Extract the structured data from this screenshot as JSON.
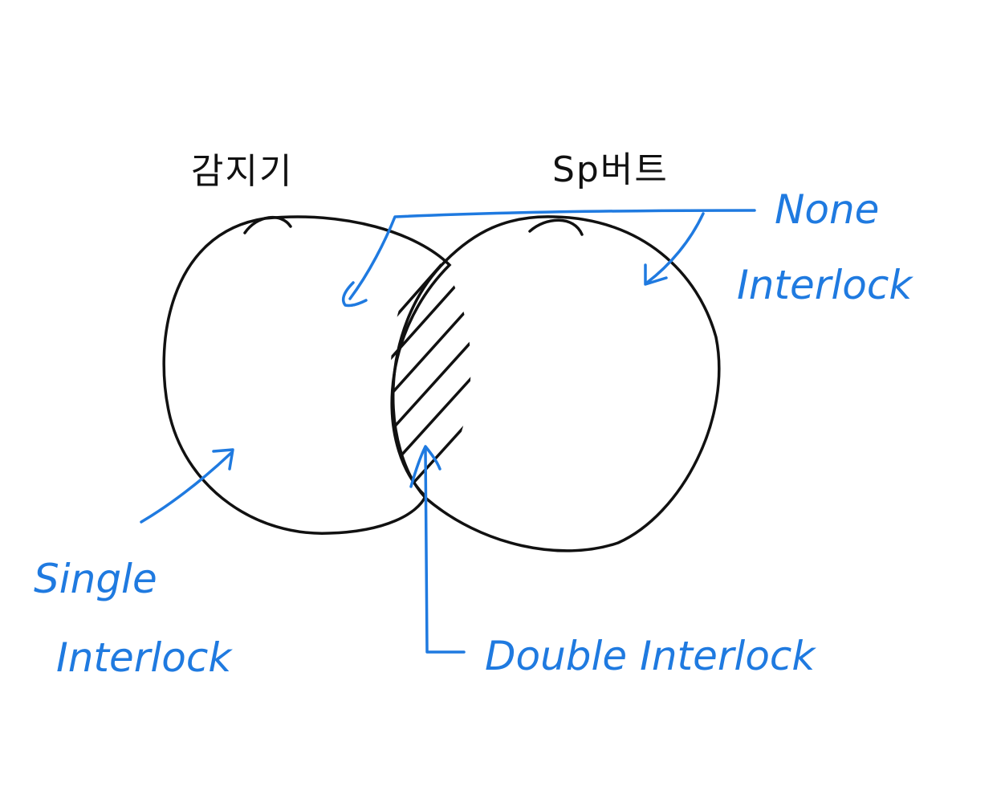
{
  "colors": {
    "ink": "#111111",
    "accent": "#1f7ae0",
    "background": "#ffffff"
  },
  "sets": {
    "left": {
      "label": "감지기"
    },
    "right": {
      "label": "Sp버트"
    }
  },
  "annotations": {
    "none": {
      "line1": "None",
      "line2": "Interlock"
    },
    "single": {
      "line1": "Single",
      "line2": "Interlock"
    },
    "double": {
      "line1": "Double Interlock"
    }
  }
}
